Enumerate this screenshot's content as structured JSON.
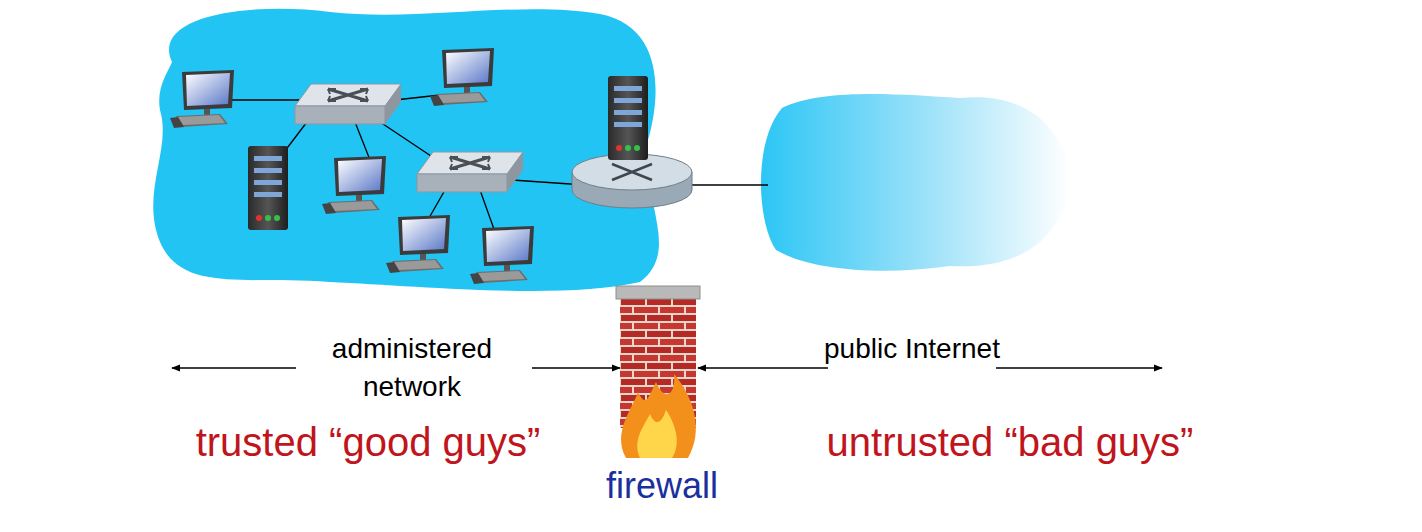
{
  "diagram": {
    "labels": [
      "administered network",
      "public Internet",
      "trusted “good guys”",
      "untrusted “bad guys”",
      "firewall"
    ]
  }
}
